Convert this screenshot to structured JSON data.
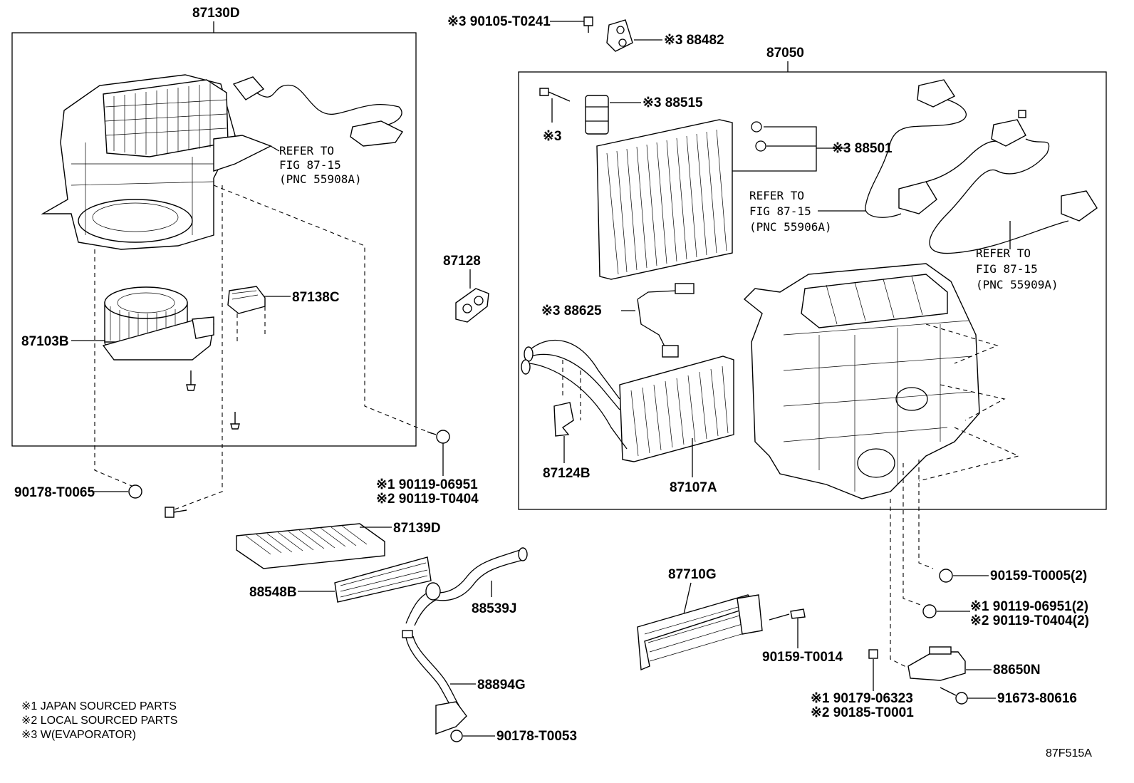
{
  "diagram": {
    "labels": {
      "p87130D": "87130D",
      "p87050": "87050",
      "p90105": "※3 90105-T0241",
      "p88482": "※3 88482",
      "p88515": "※3 88515",
      "p88501": "※3 88501",
      "p_x3": "※3",
      "p88625": "※3 88625",
      "p87128": "87128",
      "p87138C": "87138C",
      "p87103B": "87103B",
      "p87124B": "87124B",
      "p87107A": "87107A",
      "p90178_65": "90178-T0065",
      "p90119_a1": "※1 90119-06951",
      "p90119_a2": "※2 90119-T0404",
      "p87139D": "87139D",
      "p88548B": "88548B",
      "p88539J": "88539J",
      "p88894G": "88894G",
      "p90178_53": "90178-T0053",
      "p87710G": "87710G",
      "p90159_14": "90159-T0014",
      "p90159_05": "90159-T0005(2)",
      "p90119_b1": "※1 90119-06951(2)",
      "p90119_b2": "※2 90119-T0404(2)",
      "p88650N": "88650N",
      "p91673": "91673-80616",
      "p90179": "※1 90179-06323",
      "p90185": "※2 90185-T0001",
      "ref1_l1": "REFER TO",
      "ref1_l2": "FIG 87-15",
      "ref1_l3": "(PNC 55908A)",
      "ref2_l1": "REFER TO",
      "ref2_l2": "FIG 87-15",
      "ref2_l3": "(PNC 55906A)",
      "ref3_l1": "REFER TO",
      "ref3_l2": "FIG 87-15",
      "ref3_l3": "(PNC 55909A)",
      "legend1": "※1 JAPAN SOURCED PARTS",
      "legend2": "※2 LOCAL SOURCED PARTS",
      "legend3": "※3 W(EVAPORATOR)",
      "figcode": "87F515A"
    }
  }
}
